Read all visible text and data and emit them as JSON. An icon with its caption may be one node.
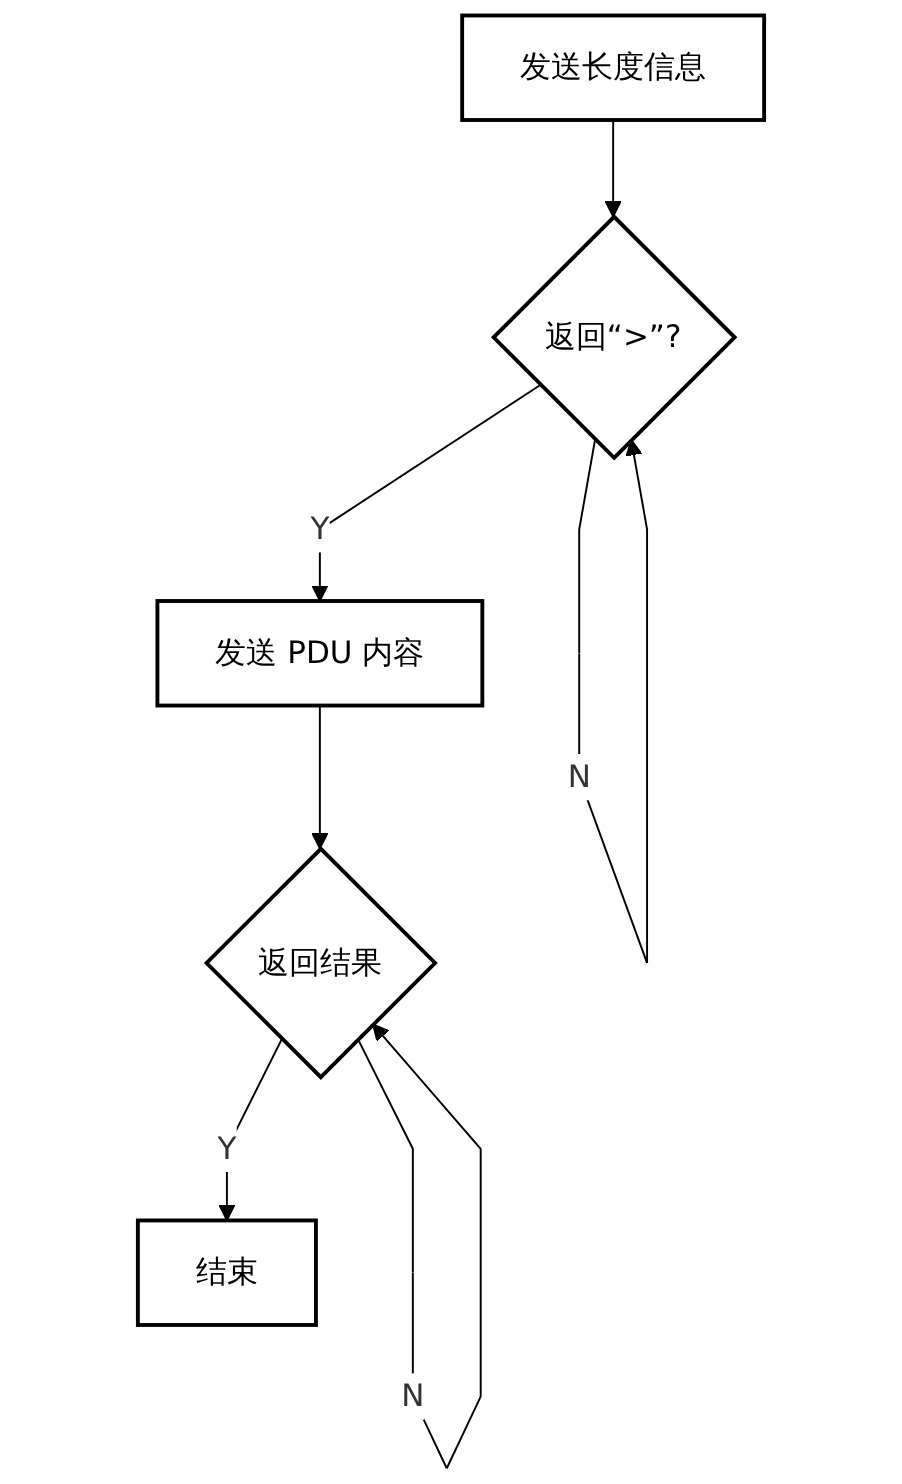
{
  "diagram": {
    "nodes": [
      {
        "text": [
          "发送长度信息"
        ]
      },
      {
        "text": [
          "返回“>”?"
        ]
      },
      {
        "text": [
          "发送 PDU 内容"
        ]
      },
      {
        "text": [
          "返回结果"
        ]
      },
      {
        "text": [
          "结束"
        ]
      }
    ],
    "edges": [
      {
        "from": 0,
        "to": 1,
        "arrow": "to"
      },
      {
        "from": 1,
        "to": 1,
        "label": "N",
        "arrow": "to"
      },
      {
        "from": 1,
        "to": 2,
        "label": "Y",
        "arrow": "to"
      },
      {
        "from": 2,
        "to": 3,
        "arrow": "to"
      },
      {
        "from": 3,
        "to": 3,
        "label": "N",
        "arrow": "to"
      },
      {
        "from": 3,
        "to": 4,
        "label": "Y",
        "arrow": "to"
      }
    ]
  }
}
